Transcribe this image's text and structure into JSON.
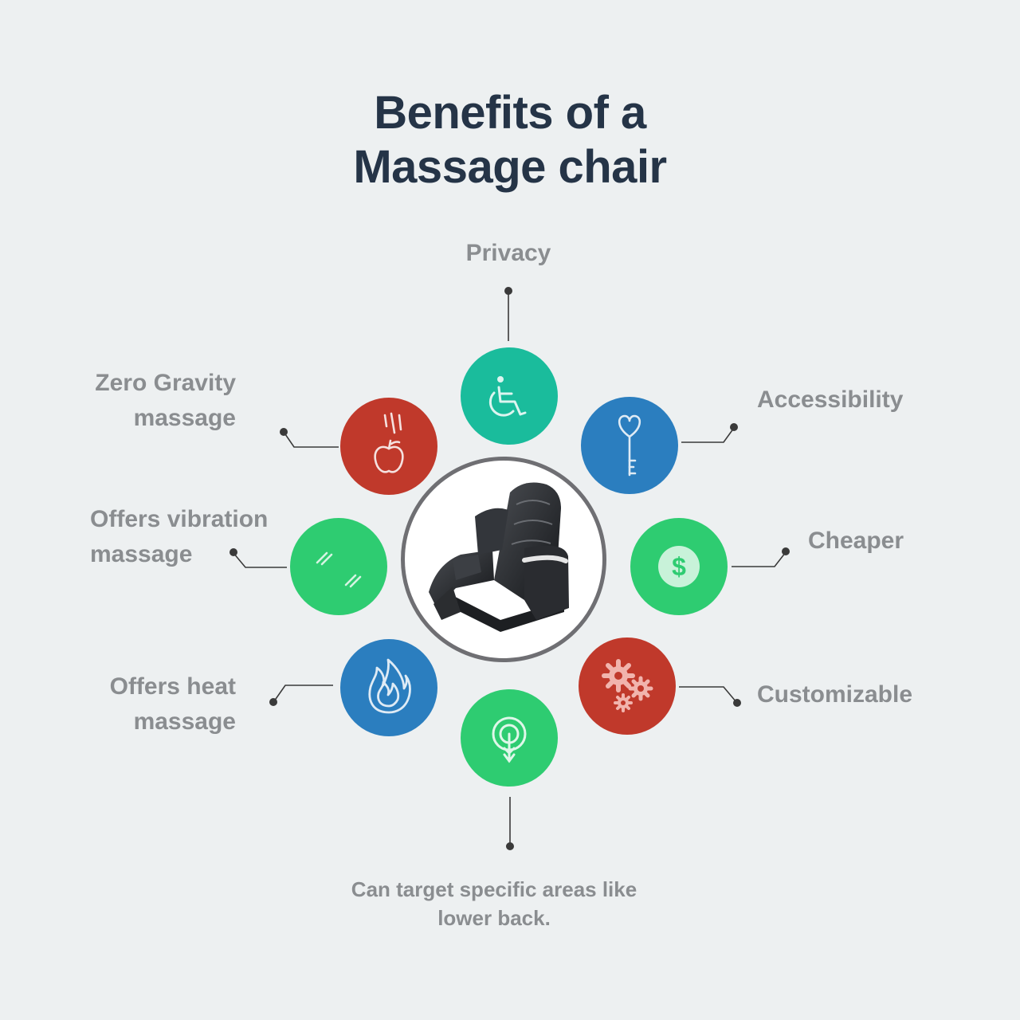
{
  "title": "Benefits of a\nMassage chair",
  "benefits": {
    "privacy": "Privacy",
    "accessibility": "Accessibility",
    "cheaper": "Cheaper",
    "customizable": "Customizable",
    "target_areas": "Can target specific areas like\nlower back.",
    "heat": "Offers heat\nmassage",
    "vibration": "Offers vibration\nmassage",
    "zero_gravity": "Zero Gravity\nmassage"
  },
  "colors": {
    "green": "#2ecc71",
    "teal": "#1abc9c",
    "blue": "#2b7ebf",
    "red": "#c0392b",
    "title": "#253447",
    "label": "#8a8d90",
    "connector": "#3a3a3a"
  },
  "icons": {
    "privacy": "wheelchair-icon",
    "accessibility": "heart-key-icon",
    "cheaper": "dollar-coin-icon",
    "customizable": "gears-icon",
    "target_areas": "target-arrow-icon",
    "heat": "flame-icon",
    "vibration": "vibration-lines-icon",
    "zero_gravity": "falling-apple-icon"
  }
}
